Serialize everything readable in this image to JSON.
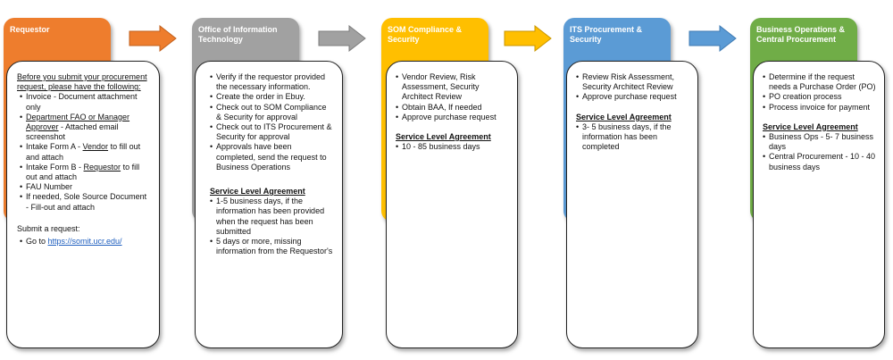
{
  "colors": {
    "requestor": "#ee7d2d",
    "oit": "#a1a1a1",
    "som": "#ffbf00",
    "its": "#5b9bd5",
    "bizops": "#70ad47"
  },
  "columns": {
    "requestor": {
      "title": "Requestor",
      "intro": "Before you submit your procurement request, please have the following:",
      "items": {
        "i1": "Invoice - Document attachment only",
        "i2_u": "Department FAO or Manager Approver",
        "i2_t": " - Attached email screenshot",
        "i3_a": "Intake Form A - ",
        "i3_u": "Vendor",
        "i3_b": " to fill out and attach",
        "i4_a": "Intake Form B - ",
        "i4_u": "Requestor",
        "i4_b": " to fill out and attach",
        "i5": "FAU Number",
        "i6": "If needed, Sole Source Document - Fill-out and attach"
      },
      "submit_label": "Submit a request:",
      "goto_label": "Go to ",
      "link": "https://somit.ucr.edu/"
    },
    "oit": {
      "title": "Office of Information Technology",
      "items": [
        "Verify if the requestor provided the necessary information.",
        "Create the order in Ebuy.",
        "Check out to SOM Compliance & Security for approval",
        "Check out to ITS Procurement & Security for approval",
        "Approvals have been completed, send the request to Business Operations"
      ],
      "sla_title": "Service Level Agreement",
      "sla": [
        "1-5 business days, if the information has been provided when the request has been submitted",
        "5 days or more, missing information from the Requestor's"
      ]
    },
    "som": {
      "title": "SOM Compliance & Security",
      "items": [
        "Vendor Review, Risk Assessment, Security Architect Review",
        "Obtain BAA, If needed",
        "Approve purchase request"
      ],
      "sla_title": "Service Level Agreement",
      "sla": [
        "10 - 85 business days"
      ]
    },
    "its": {
      "title": "ITS Procurement & Security",
      "items": [
        "Review Risk Assessment, Security Architect Review",
        "Approve purchase request"
      ],
      "sla_title": "Service Level Agreement",
      "sla": [
        "3- 5 business days, if the information has been completed"
      ]
    },
    "bizops": {
      "title": "Business Operations & Central Procurement",
      "items": [
        "Determine if the request needs a Purchase Order (PO)",
        "PO creation process",
        "Process invoice for payment"
      ],
      "sla_title": "Service Level Agreement",
      "sla": [
        "Business Ops - 5- 7 business days",
        "Central Procurement - 10 - 40 business days"
      ]
    }
  }
}
